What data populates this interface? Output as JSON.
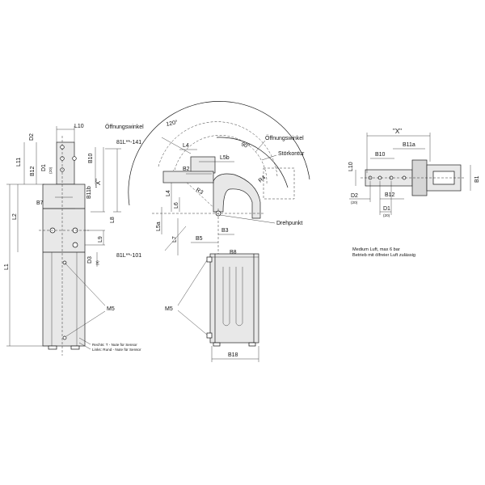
{
  "labels": {
    "L10": "L10",
    "D2": "D2",
    "D1": "D1",
    "tol20a": "(20)",
    "L11": "L11",
    "B12": "B12",
    "B10": "B10",
    "X": "\"X\"",
    "B11b": "B11b",
    "B7": "B7",
    "L2": "L2",
    "L8": "L8",
    "L9": "L9",
    "D3": "D3",
    "tol9": "(9)",
    "L1": "L1",
    "M5a": "M5",
    "sensor1": "Rechts: T - Nute für Sensor",
    "sensor2": "Links: Rund - Nute für Sensor",
    "oeff1": "Öffnungswinkel",
    "angle120": "120°",
    "oeff2": "Öffnungswinkel",
    "angle90": "90°",
    "stoer": "Störkontur",
    "part141": "81L**-141",
    "L4a": "L4",
    "L5b": "L5b",
    "B2": "B2",
    "R3": "R3",
    "R4": "R4",
    "L4b": "L4",
    "L6": "L6",
    "L5a": "L5a",
    "drehpunkt": "Drehpunkt",
    "B5": "B5",
    "B3": "B3",
    "L7": "L7",
    "part101": "81L**-101",
    "B8": "B8",
    "M5b": "M5",
    "B18": "B18",
    "Xr": "\"X\"",
    "B11a": "B11a",
    "B10r": "B10",
    "L10r": "L10",
    "B1": "B1",
    "D2r": "D2",
    "tol20b": "(20)",
    "B12r": "B12",
    "D1r": "D1",
    "tol20c": "(20)",
    "medium1": "Medium Luft, max 6 bar",
    "medium2": "Betrieb mit ölfreier Luft zulässig"
  },
  "colors": {
    "line": "#1a1a1a",
    "shade": "#e8e8e8",
    "background": "#ffffff"
  }
}
